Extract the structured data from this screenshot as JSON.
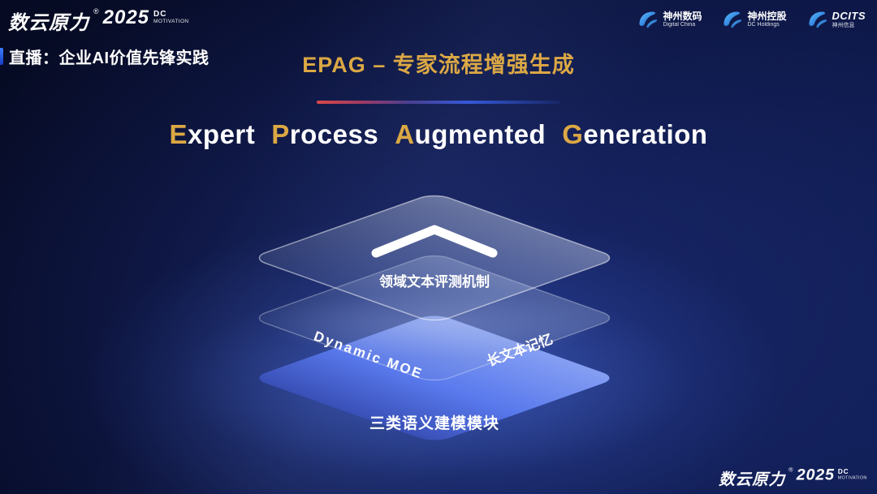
{
  "brand": {
    "name": "数云原力",
    "reg": "®",
    "year": "2025",
    "dc": "DC",
    "motivation": "MOTIVATION"
  },
  "header": {
    "live_label": "直播：企业AI价值先锋实践",
    "logos": [
      {
        "title": "神州数码",
        "subtitle": "Digital China"
      },
      {
        "title": "神州控股",
        "subtitle": "DC Holdings"
      },
      {
        "title": "DCITS",
        "subtitle": "神州信息"
      }
    ]
  },
  "title": "EPAG – 专家流程增强生成",
  "subtitle": {
    "words": [
      {
        "initial": "E",
        "rest": "xpert"
      },
      {
        "initial": "P",
        "rest": "rocess"
      },
      {
        "initial": "A",
        "rest": "ugmented"
      },
      {
        "initial": "G",
        "rest": "eneration"
      }
    ]
  },
  "diagram": {
    "top_layer_label": "领域文本评测机制",
    "middle_left_label": "Dynamic MOE",
    "middle_right_label": "长文本记忆",
    "bottom_layer_label": "三类语义建模模块"
  },
  "colors": {
    "gold": "#DBA844",
    "layer_blue": "#5B7BF0",
    "divider_red": "#D84848",
    "divider_blue": "#3558D8"
  }
}
